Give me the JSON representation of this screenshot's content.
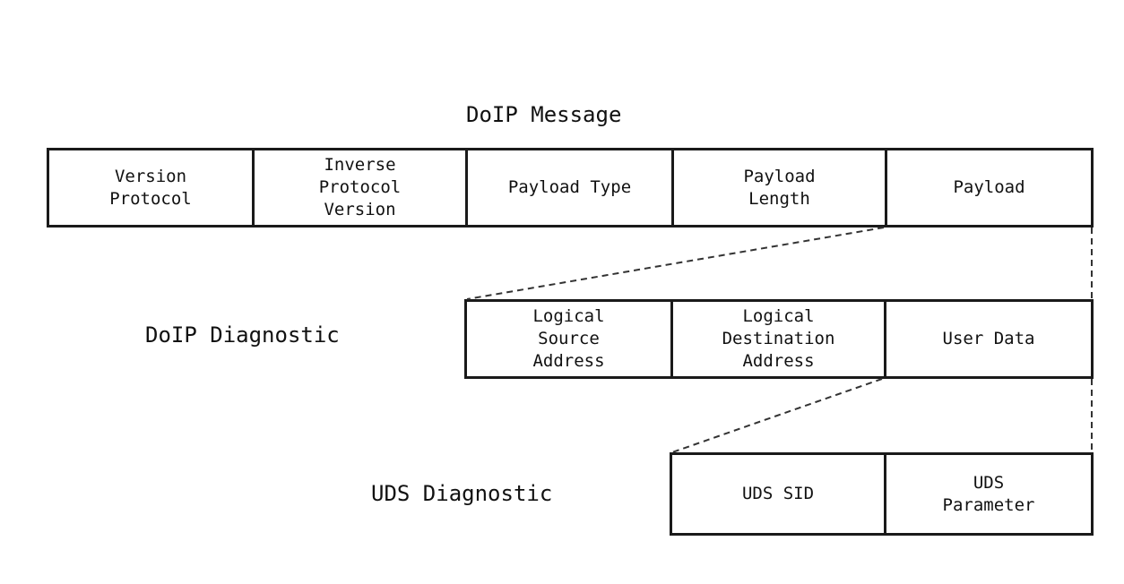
{
  "diagram": {
    "titles": {
      "doip_message": "DoIP Message",
      "doip_diagnostic": "DoIP Diagnostic",
      "uds_diagnostic": "UDS Diagnostic"
    },
    "doip_message_fields": [
      "Version\nProtocol",
      "Inverse\nProtocol\nVersion",
      "Payload Type",
      "Payload\nLength",
      "Payload"
    ],
    "doip_diagnostic_fields": [
      "Logical\nSource\nAddress",
      "Logical\nDestination\nAddress",
      "User Data"
    ],
    "uds_diagnostic_fields": [
      "UDS SID",
      "UDS\nParameter"
    ]
  }
}
